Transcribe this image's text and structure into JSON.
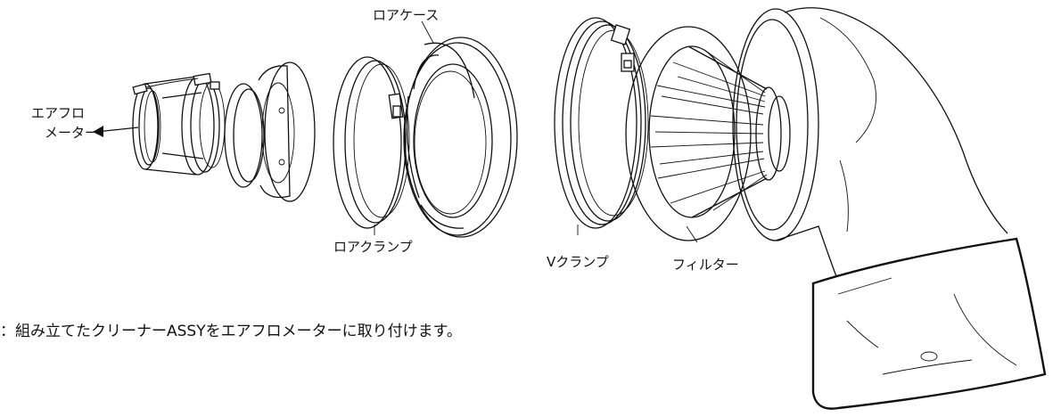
{
  "labels": {
    "air_flow_meter_line1": "エアフロ",
    "air_flow_meter_line2": "メーター",
    "lower_case": "ロアケース",
    "lower_clamp": "ロアクランプ",
    "v_clamp": "Vクランプ",
    "filter": "フィルター"
  },
  "caption": "：組み立てたクリーナーASSYをエアフロメーターに取り付けます。"
}
